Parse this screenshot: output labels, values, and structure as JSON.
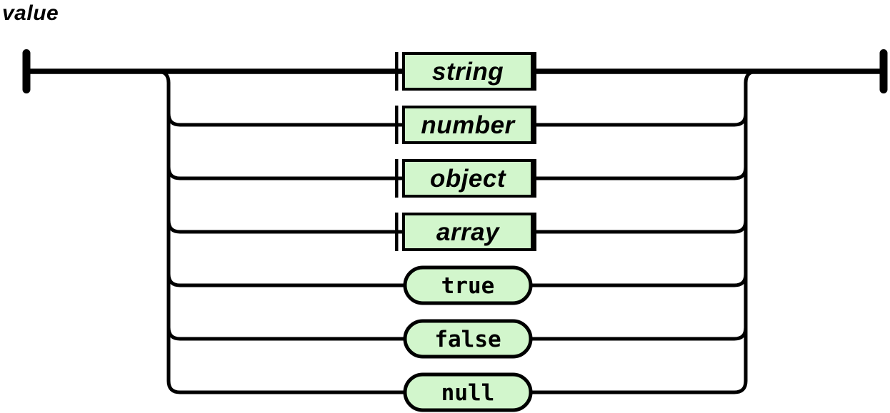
{
  "title": "value",
  "diagram": {
    "kind": "railroad-syntax-diagram",
    "rule_name": "value",
    "start_marker": "terminal-bar",
    "end_marker": "terminal-bar",
    "colors": {
      "line": "#000000",
      "node_fill": "#d2f6cc",
      "node_border": "#000000",
      "text": "#000000",
      "background": "#ffffff"
    },
    "alternatives": [
      {
        "label": "string",
        "shape": "rect",
        "style": "nonterminal"
      },
      {
        "label": "number",
        "shape": "rect",
        "style": "nonterminal"
      },
      {
        "label": "object",
        "shape": "rect",
        "style": "nonterminal"
      },
      {
        "label": "array",
        "shape": "rect",
        "style": "nonterminal"
      },
      {
        "label": "true",
        "shape": "pill",
        "style": "terminal"
      },
      {
        "label": "false",
        "shape": "pill",
        "style": "terminal"
      },
      {
        "label": "null",
        "shape": "pill",
        "style": "terminal"
      }
    ]
  }
}
